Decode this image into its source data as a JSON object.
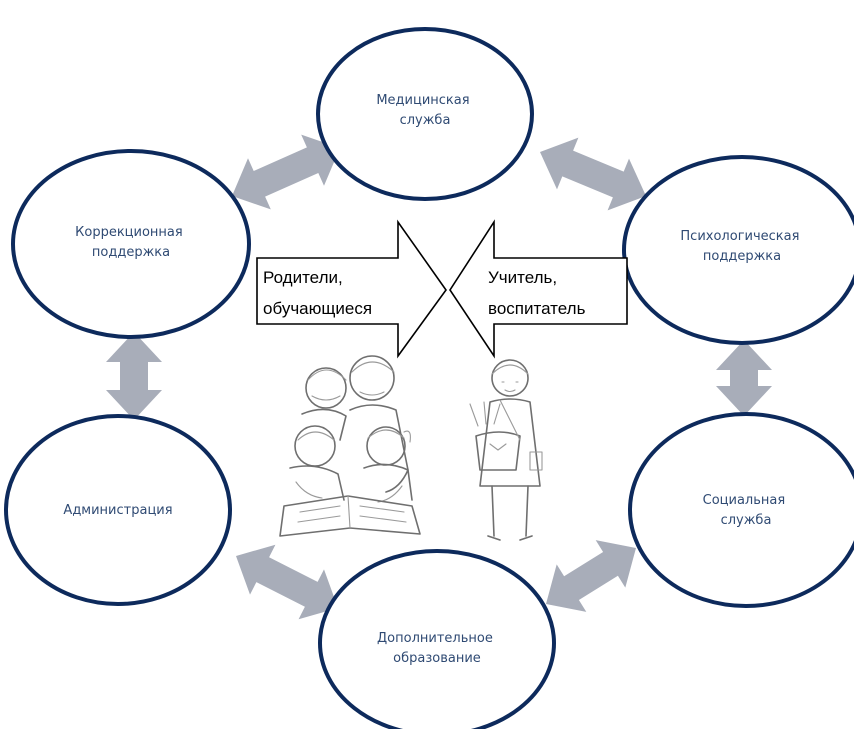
{
  "diagram": {
    "center_left": {
      "lines": [
        "Родители,",
        "обучающиеся"
      ]
    },
    "center_right": {
      "lines": [
        "Учитель,",
        "воспитатель"
      ]
    },
    "nodes": {
      "medical": {
        "lines": [
          "Медицинская",
          "служба"
        ]
      },
      "correction": {
        "lines": [
          "Коррекционная",
          "поддержка"
        ]
      },
      "psychological": {
        "lines": [
          "Психологическая",
          "поддержка"
        ]
      },
      "administration": {
        "lines": [
          "Администрация"
        ]
      },
      "social": {
        "lines": [
          "Социальная",
          "служба"
        ]
      },
      "additional": {
        "lines": [
          "Дополнительное",
          "образование"
        ]
      }
    },
    "colors": {
      "ellipse_stroke": "#0d2a5c",
      "ellipse_fill": "#ffffff",
      "node_text": "#2f4a73",
      "connector_arrow": "#a8adb9",
      "sketch_stroke": "#6f6f6f"
    },
    "connectors": [
      "correction-medical",
      "medical-psychological",
      "correction-administration",
      "psychological-social",
      "administration-additional",
      "additional-social"
    ]
  }
}
